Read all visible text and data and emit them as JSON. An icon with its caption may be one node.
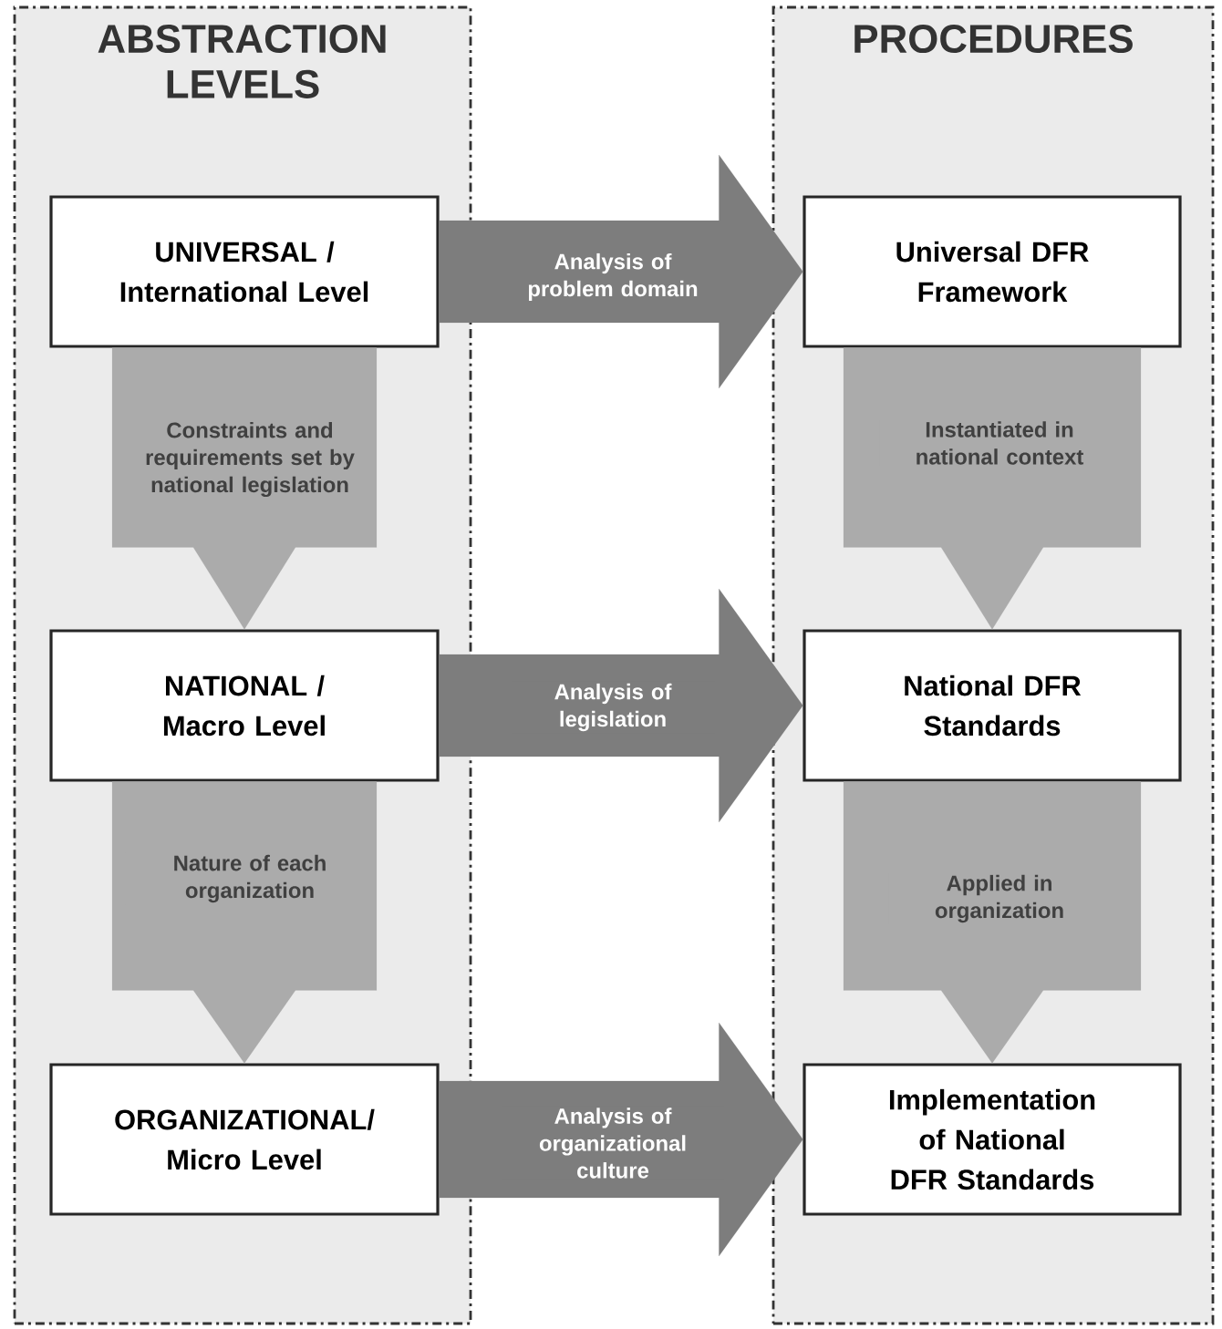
{
  "diagram": {
    "nodes": [
      {
        "text": [
          "ABSTRACTION LEVELS"
        ]
      },
      {
        "text": [
          "PROCEDURES"
        ]
      },
      {
        "text": [
          "UNIVERSAL / International Level"
        ],
        "in": 0
      },
      {
        "text": [
          "NATIONAL / Macro Level"
        ],
        "in": 0
      },
      {
        "text": [
          "ORGANIZATIONAL/ Micro Level"
        ],
        "in": 0
      },
      {
        "text": [
          "Universal DFR Framework"
        ],
        "in": 1
      },
      {
        "text": [
          "National DFR Standards"
        ],
        "in": 1
      },
      {
        "text": [
          "Implementation of National DFR Standards"
        ],
        "in": 1
      }
    ],
    "edges": [
      {
        "from": 2,
        "to": 5,
        "arrow": "to",
        "label": "Analysis of problem domain",
        "color": "#7d7d7d"
      },
      {
        "from": 3,
        "to": 6,
        "arrow": "to",
        "label": "Analysis of legislation",
        "color": "#7d7d7d"
      },
      {
        "from": 4,
        "to": 7,
        "arrow": "to",
        "label": "Analysis of organizational culture",
        "color": "#7d7d7d"
      },
      {
        "from": 2,
        "to": 3,
        "arrow": "to",
        "label": "Constraints and requirements set by national legislation"
      },
      {
        "from": 3,
        "to": 4,
        "arrow": "to",
        "label": "Nature of each organization"
      },
      {
        "from": 5,
        "to": 6,
        "arrow": "to",
        "label": "Instantiated in national context"
      },
      {
        "from": 6,
        "to": 7,
        "arrow": "to",
        "label": "Applied in organization"
      }
    ]
  }
}
